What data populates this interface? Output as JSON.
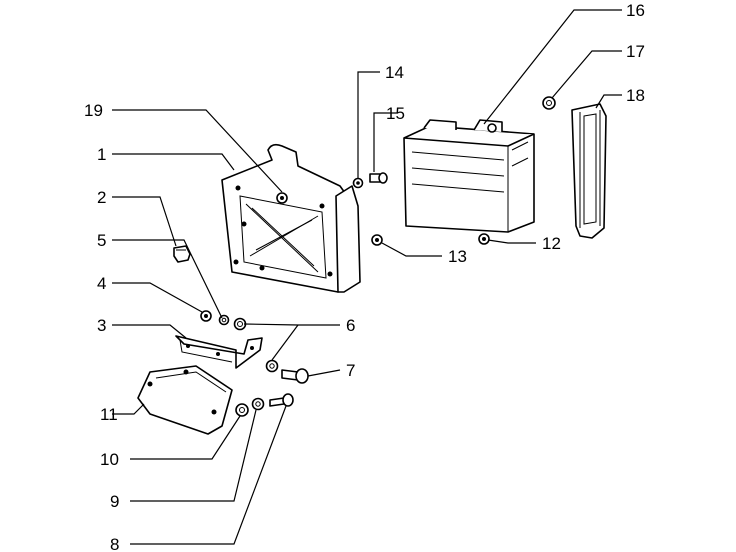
{
  "diagram": {
    "callouts": [
      {
        "id": "1",
        "text": "1"
      },
      {
        "id": "2",
        "text": "2"
      },
      {
        "id": "3",
        "text": "3"
      },
      {
        "id": "4",
        "text": "4"
      },
      {
        "id": "5",
        "text": "5"
      },
      {
        "id": "6",
        "text": "6"
      },
      {
        "id": "7",
        "text": "7"
      },
      {
        "id": "8",
        "text": "8"
      },
      {
        "id": "9",
        "text": "9"
      },
      {
        "id": "10",
        "text": "10"
      },
      {
        "id": "11",
        "text": "11"
      },
      {
        "id": "12",
        "text": "12"
      },
      {
        "id": "13",
        "text": "13"
      },
      {
        "id": "14",
        "text": "14"
      },
      {
        "id": "15",
        "text": "15"
      },
      {
        "id": "16",
        "text": "16"
      },
      {
        "id": "17",
        "text": "17"
      },
      {
        "id": "18",
        "text": "18"
      },
      {
        "id": "19",
        "text": "19"
      }
    ]
  }
}
